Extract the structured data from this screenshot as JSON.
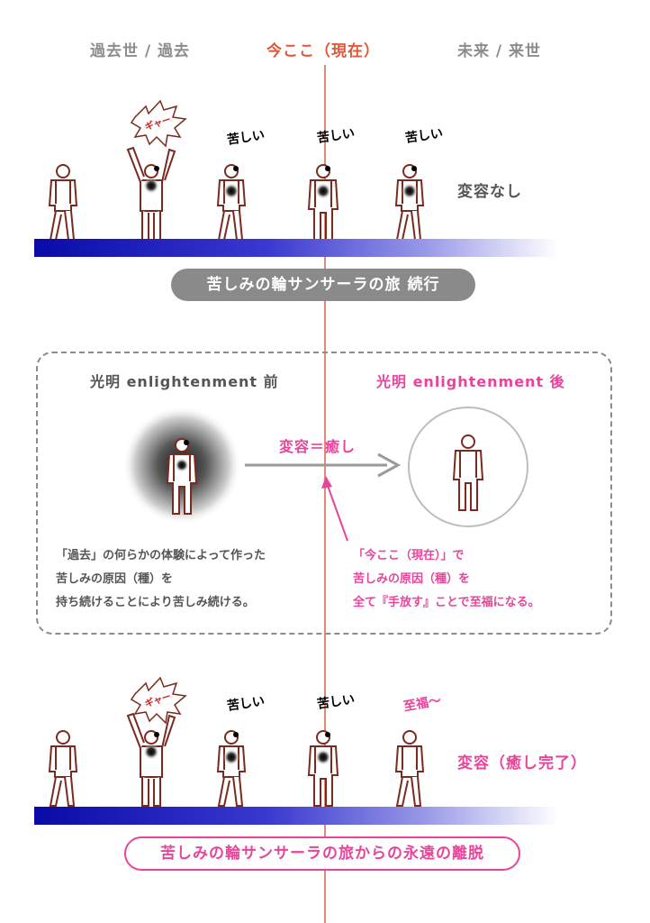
{
  "headers": {
    "past": "過去世 / 過去",
    "now": "今ここ（現在）",
    "future": "未来 / 来世"
  },
  "colors": {
    "now_line": "#e07a6a",
    "figure": "#7a2a1e",
    "pink": "#e8459a",
    "timeline_start": "#0a0aa8"
  },
  "top_row": {
    "scream": "ギャー",
    "speech": [
      "苦しい",
      "苦しい",
      "苦しい"
    ],
    "status": "変容なし",
    "banner": "苦しみの輪サンサーラの旅  続行"
  },
  "middle": {
    "before_title": "光明 enlightenment 前",
    "after_title": "光明 enlightenment 後",
    "arrow_label": "変容＝癒し",
    "before_note": [
      "「過去」の何らかの体験によって作った",
      "苦しみの原因（種）を",
      "持ち続けることにより苦しみ続ける。"
    ],
    "after_note": [
      "「今ここ（現在）」で",
      "苦しみの原因（種）を",
      "全て『手放す』ことで至福になる。"
    ]
  },
  "bottom_row": {
    "scream": "ギャー",
    "speech": [
      "苦しい",
      "苦しい"
    ],
    "bliss": "至福〜",
    "status": "変容（癒し完了）",
    "banner": "苦しみの輪サンサーラの旅からの永遠の離脱"
  }
}
